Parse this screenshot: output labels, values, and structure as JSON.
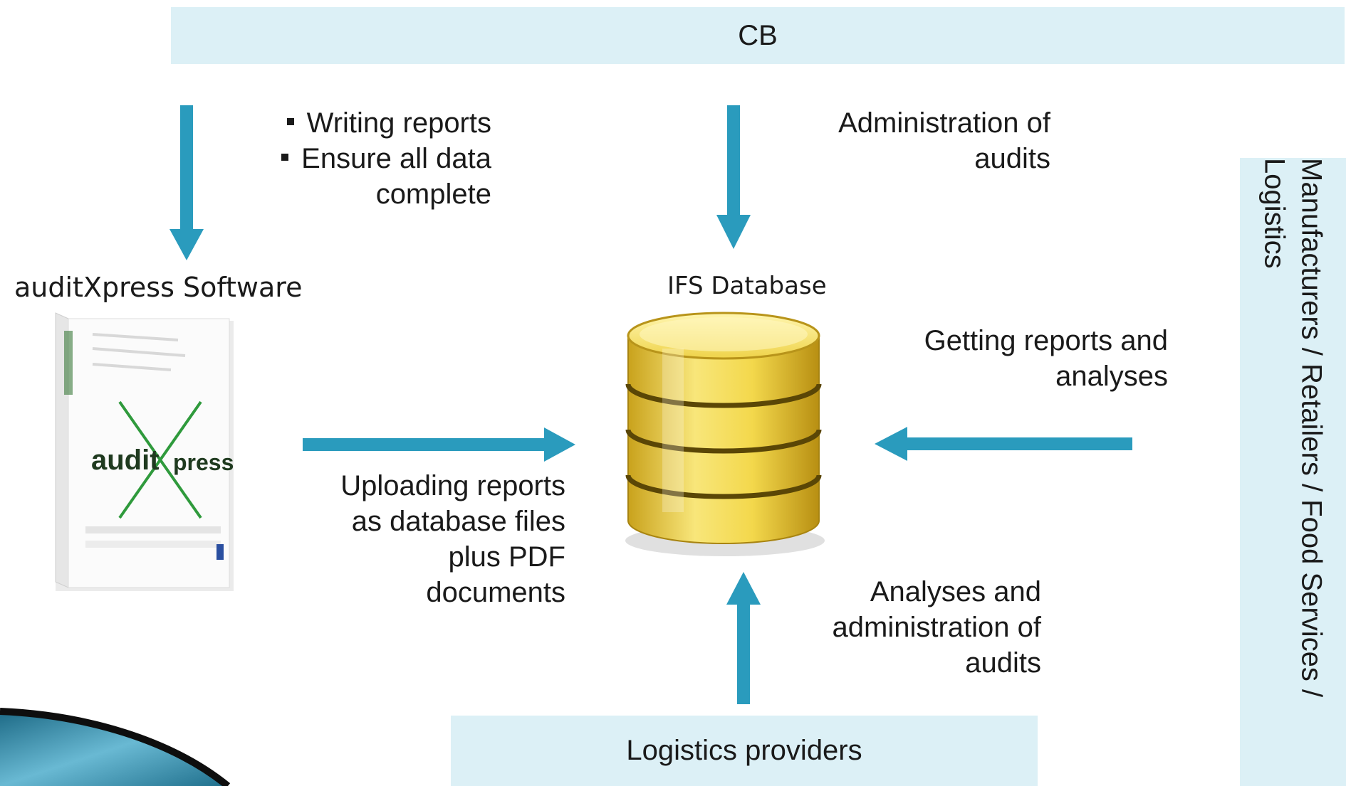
{
  "cb": "CB",
  "logistics_providers": "Logistics providers",
  "manufacturers": "Manufacturers / Retailers / Food Services / Logistics",
  "writing": [
    "Writing reports",
    "Ensure all data",
    "complete"
  ],
  "administration": "Administration of\naudits",
  "software_title": "auditXpress Software",
  "database_title": "IFS Database",
  "getting": "Getting reports and\nanalyses",
  "uploading": "Uploading reports\nas database files\nplus PDF\ndocuments",
  "analyses": "Analyses and\nadministration of\naudits",
  "box_logo_left": "audit",
  "box_logo_right": "press",
  "colors": {
    "arrow": "#2a9bbd",
    "box_fill": "#dcf0f6",
    "db_yellow": "#f2d64a"
  }
}
